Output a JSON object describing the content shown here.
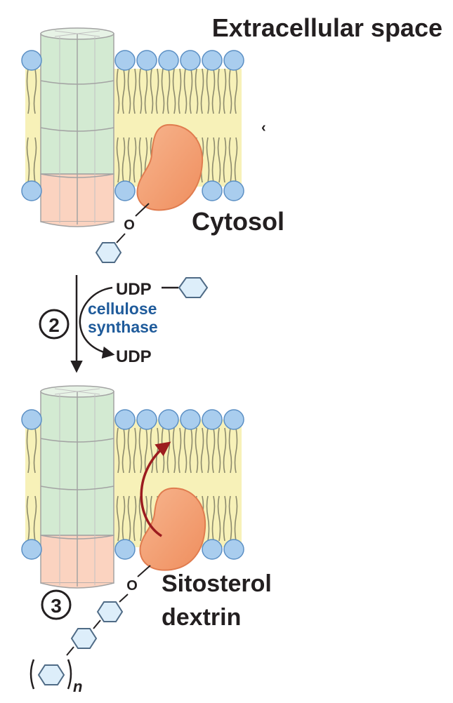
{
  "labels": {
    "extracellular": "Extracellular space",
    "cytosol": "Cytosol",
    "udp_in": "UDP",
    "udp_out": "UDP",
    "enzyme_line1": "cellulose",
    "enzyme_line2": "synthase",
    "step2": "2",
    "step3": "3",
    "product_line1": "Sitosterol",
    "product_line2": "dextrin",
    "oxygen_top": "O",
    "oxygen_bottom": "O",
    "repeat_subscript": "n",
    "stray_mark": "‹"
  },
  "colors": {
    "lipid_head": "#a9cdee",
    "lipid_head_stroke": "#5b8fc4",
    "lipid_tail_fill": "#f7f1b8",
    "lipid_tail_stroke": "#8c8a6d",
    "channel_green": "#d3ead2",
    "channel_peach": "#fbd3c0",
    "enzyme": "#f3a277",
    "enzyme_stroke": "#e07c4f",
    "sugar_fill": "#ddeefa",
    "sugar_stroke": "#4f6b86",
    "flip_arrow": "#9c1c1f",
    "enzyme_text": "#1f5b9b"
  }
}
